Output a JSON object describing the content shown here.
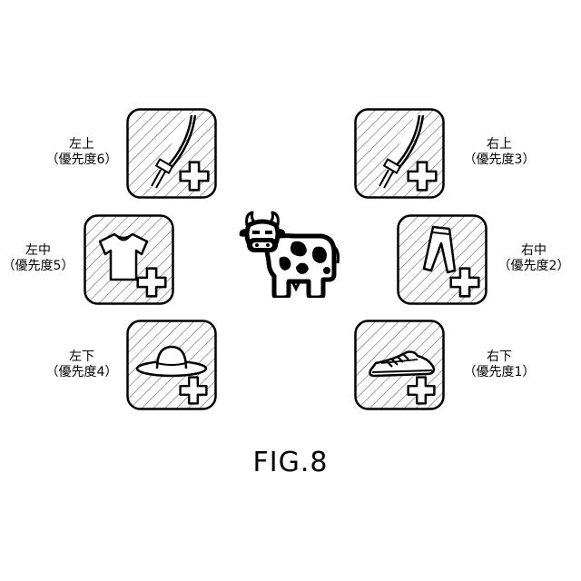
{
  "figure_label": "FIG.8",
  "center": {
    "icon": "cow-icon"
  },
  "slots": {
    "upper_left": {
      "position": "左上",
      "priority": "（優先度6）",
      "item_icon": "sword-icon",
      "badge_icon": "plus-icon"
    },
    "middle_left": {
      "position": "左中",
      "priority": "（優先度5）",
      "item_icon": "shirt-icon",
      "badge_icon": "plus-icon"
    },
    "lower_left": {
      "position": "左下",
      "priority": "（優先度4）",
      "item_icon": "hat-icon",
      "badge_icon": "plus-icon"
    },
    "upper_right": {
      "position": "右上",
      "priority": "（優先度3）",
      "item_icon": "sword-icon",
      "badge_icon": "plus-icon"
    },
    "middle_right": {
      "position": "右中",
      "priority": "（優先度2）",
      "item_icon": "pants-icon",
      "badge_icon": "plus-icon"
    },
    "lower_right": {
      "position": "右下",
      "priority": "（優先度1）",
      "item_icon": "shoe-icon",
      "badge_icon": "plus-icon"
    }
  },
  "colors": {
    "line": "#000000",
    "background": "#ffffff",
    "hatch": "#555555"
  }
}
